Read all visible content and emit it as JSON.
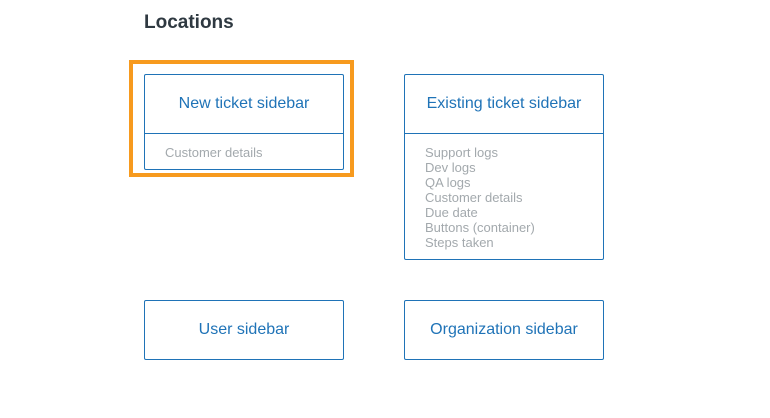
{
  "heading": "Locations",
  "highlight_color": "#f79a1e",
  "link_color": "#1f73b7",
  "cards": {
    "new_ticket": {
      "title": "New ticket sidebar",
      "items": [
        "Customer details"
      ],
      "highlighted": true
    },
    "existing_ticket": {
      "title": "Existing ticket sidebar",
      "items": [
        "Support logs",
        "Dev logs",
        "QA logs",
        "Customer details",
        "Due date",
        "Buttons (container)",
        "Steps taken"
      ]
    },
    "user": {
      "title": "User sidebar"
    },
    "organization": {
      "title": "Organization sidebar"
    }
  }
}
